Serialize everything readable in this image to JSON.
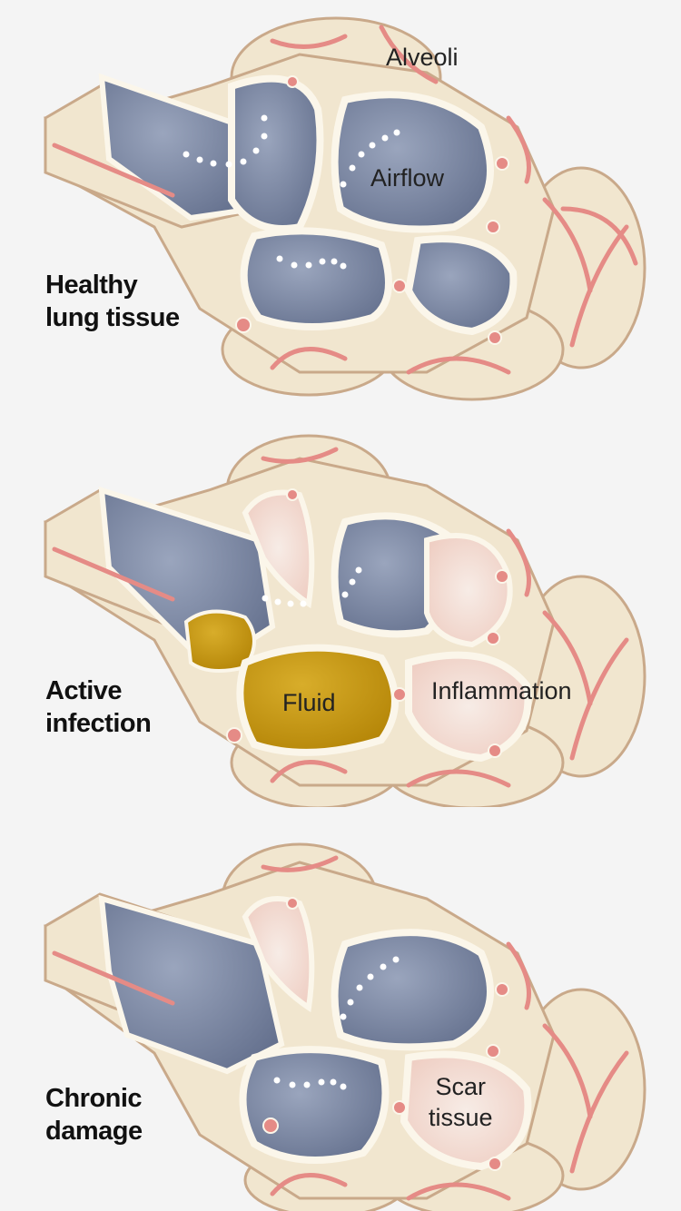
{
  "colors": {
    "background": "#f4f4f4",
    "tissue": "#f1e6cf",
    "vessel": "#e58b86",
    "airway": "#7f8ba6",
    "fluid": "#c99a14",
    "inflammation": "#f2d9cf",
    "scar": "#f1e4dc"
  },
  "panels": [
    {
      "label_line1": "Healthy",
      "label_line2": "lung tissue",
      "callouts": {
        "alveoli": "Alveoli",
        "airflow": "Airflow"
      }
    },
    {
      "label_line1": "Active",
      "label_line2": "infection",
      "callouts": {
        "fluid": "Fluid",
        "inflammation": "Inflammation"
      }
    },
    {
      "label_line1": "Chronic",
      "label_line2": "damage",
      "callouts": {
        "scar_line1": "Scar",
        "scar_line2": "tissue"
      }
    }
  ]
}
